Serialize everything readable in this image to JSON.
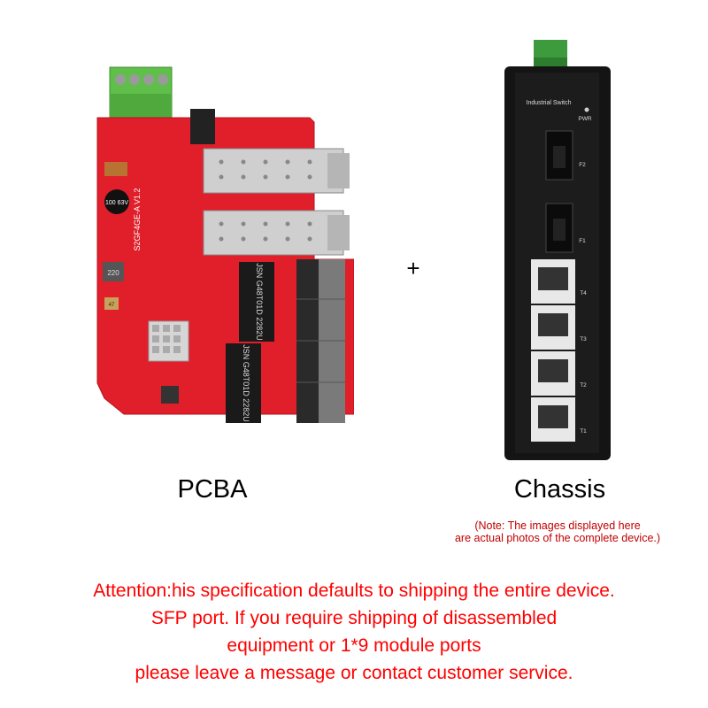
{
  "pcba": {
    "caption": "PCBA",
    "photo": {
      "board_label": "S2GF4GE-A V1.2",
      "chip_label": "JSN G48T01D 2282U",
      "inductor_label": "220",
      "capacitor_label": "100 63V",
      "small_cap_label": "47",
      "colors": {
        "board": "#e01f2b",
        "terminal": "#5fbf4a",
        "cage": "#c9c9c9",
        "chip": "#1a1a1a"
      }
    }
  },
  "plus": "+",
  "chassis": {
    "caption": "Chassis",
    "photo": {
      "brand_label": "Industrial Switch",
      "power_label": "PWR",
      "fiber_ports": [
        "F2",
        "F1"
      ],
      "copper_ports": [
        "T4",
        "T3",
        "T2",
        "T1"
      ],
      "colors": {
        "body": "#141414",
        "terminal": "#3d9a3d",
        "port": "#e8e8e8"
      }
    }
  },
  "note": {
    "line1": "(Note: The images displayed here",
    "line2": "are actual photos of the complete device.)"
  },
  "attention": {
    "lines": [
      "Attention:his specification defaults to shipping the entire device.",
      "SFP port. If you require shipping of disassembled",
      "equipment or 1*9 module ports",
      "please leave a message or contact customer service."
    ]
  }
}
